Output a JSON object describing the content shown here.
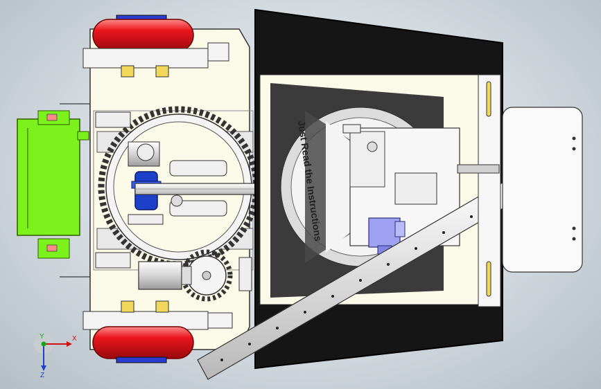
{
  "viewport": {
    "label_text": "Just Read the Instructions",
    "triad": {
      "x_label": "X",
      "y_label": "Y",
      "z_label": "Z"
    }
  },
  "colors": {
    "wheel": "#e8141c",
    "wheel_hub": "#2a3ccf",
    "chassis_plate": "#fbf9e8",
    "frame_black": "#151515",
    "battery_green": "#7cf21c",
    "belt_blue": "#1d40c8",
    "motor_lilac": "#9fa2f2",
    "gear_white": "#f4f4f4",
    "bracket_yellow": "#f2d85a"
  },
  "icons": [
    "coordinate-triad-icon"
  ]
}
